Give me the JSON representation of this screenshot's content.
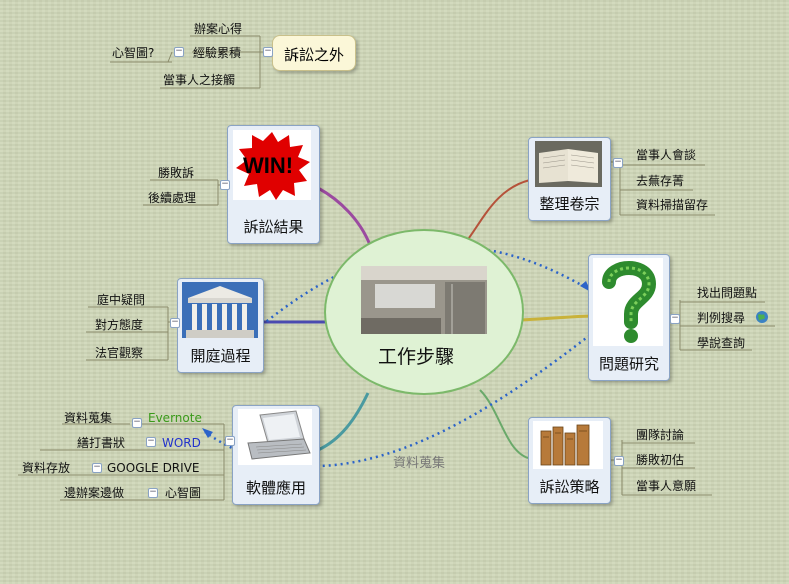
{
  "center": {
    "label": "工作步驟"
  },
  "nodes": {
    "top_left": {
      "label": "訴訟之外",
      "children": [
        "辦案心得",
        "經驗累積",
        "當事人之接觸"
      ],
      "sub": "心智圖?"
    },
    "win": {
      "label": "訴訟結果",
      "picture_text": "WIN!",
      "children": [
        "勝敗訴",
        "後續處理"
      ]
    },
    "court": {
      "label": "開庭過程",
      "children": [
        "庭中疑問",
        "對方態度",
        "法官觀察"
      ]
    },
    "software": {
      "label": "軟體應用",
      "children": [
        {
          "app": "Evernote",
          "left": "資料蒐集"
        },
        {
          "app": "WORD",
          "left": "繕打書狀"
        },
        {
          "app": "GOOGLE DRIVE",
          "left": "資料存放"
        },
        {
          "app": "心智圖",
          "left": "邊辦案邊做"
        }
      ]
    },
    "files": {
      "label": "整理卷宗",
      "children": [
        "當事人會談",
        "去蕪存菁",
        "資料掃描留存"
      ]
    },
    "research": {
      "label": "問題研究",
      "children": [
        "找出問題點",
        "判例搜尋",
        "學說查詢"
      ]
    },
    "strategy": {
      "label": "訴訟策略",
      "children": [
        "團隊討論",
        "勝敗初估",
        "當事人意願"
      ]
    }
  },
  "relation_label": "資料蒐集",
  "colors": {
    "evernote": "#3a9a1a",
    "word": "#2233cc",
    "relation": "#2b63c9",
    "branch_files": "#b5523a",
    "branch_research": "#c9b23a",
    "branch_strategy": "#6aa96a",
    "branch_win": "#9b4aa0",
    "branch_court": "#4a4ab0",
    "branch_software": "#4a9aa0"
  }
}
